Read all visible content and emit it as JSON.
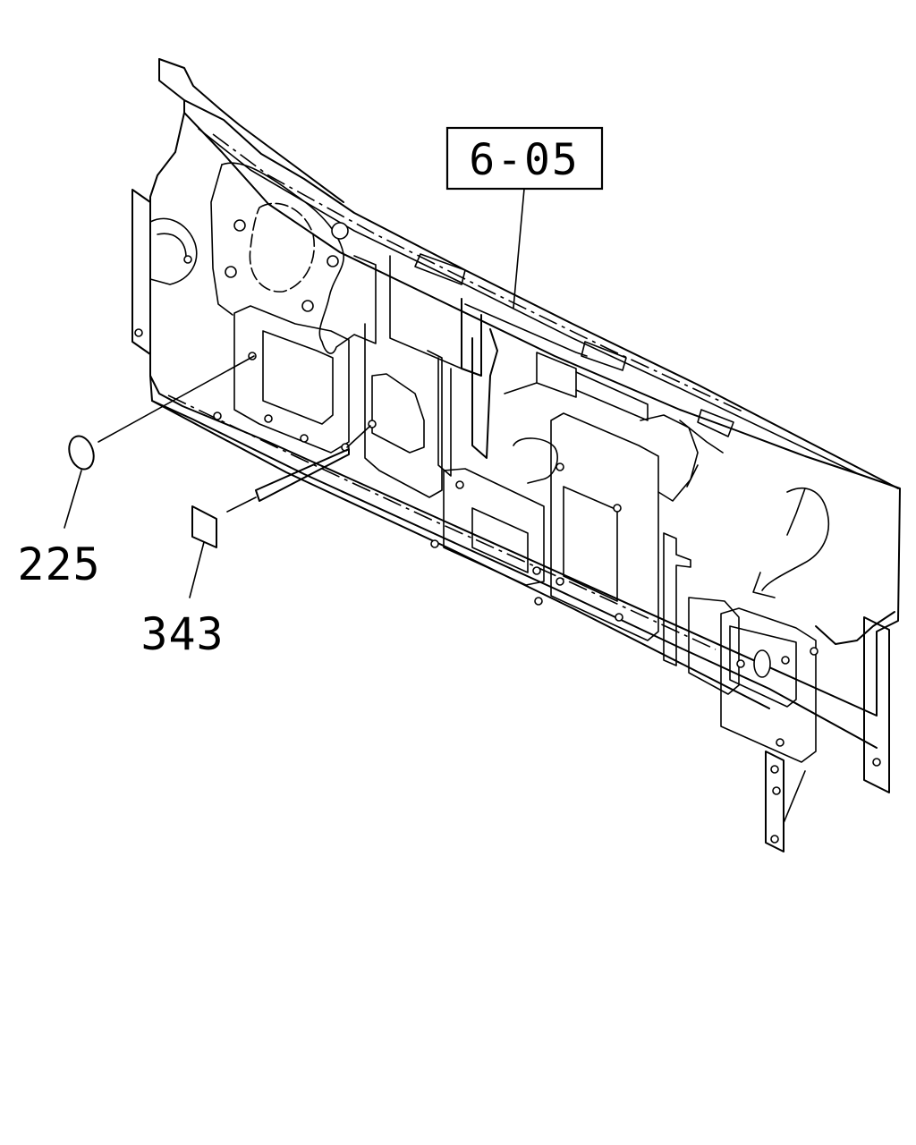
{
  "diagram": {
    "reference_label": "6-05",
    "parts": [
      {
        "id": "225",
        "shape": "ellipse"
      },
      {
        "id": "343",
        "shape": "square-plate"
      }
    ]
  }
}
